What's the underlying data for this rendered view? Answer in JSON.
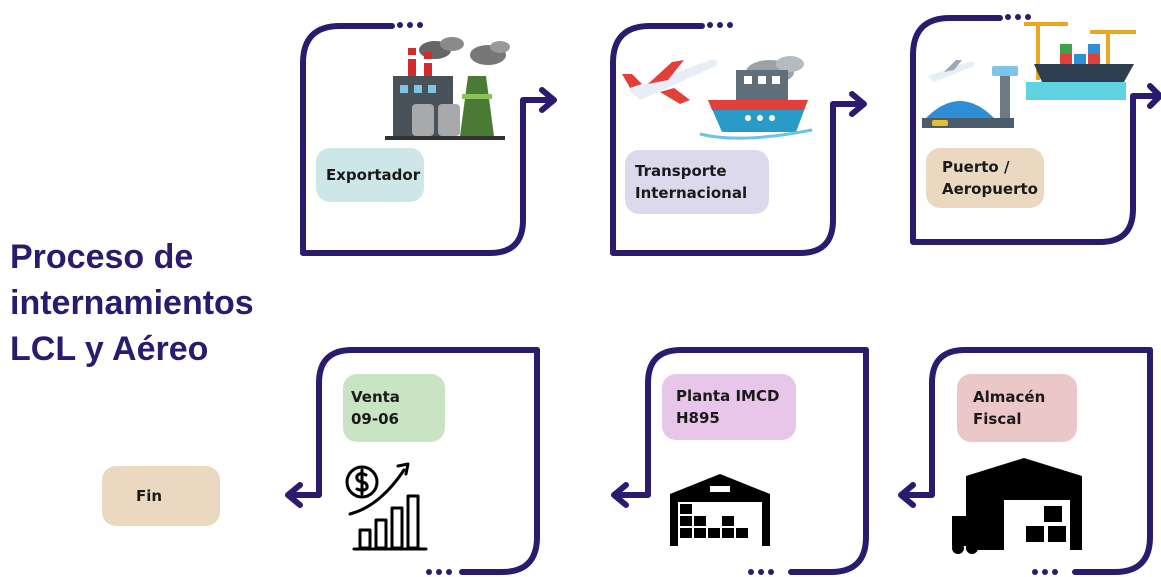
{
  "title": {
    "line1": "Proceso de",
    "line2": "internamientos",
    "line3": "LCL y Aéreo"
  },
  "steps": [
    {
      "lines": [
        "Exportador"
      ],
      "color": "#cde6e8",
      "icon": "factory-icon"
    },
    {
      "lines": [
        "Transporte",
        "Internacional"
      ],
      "color": "#dcd9ec",
      "icon": "plane-ship-icon"
    },
    {
      "lines": [
        "Puerto /",
        "Aeropuerto"
      ],
      "color": "#ead9c0",
      "icon": "port-airport-icon"
    },
    {
      "lines": [
        "Almacén",
        "Fiscal"
      ],
      "color": "#ecc7c8",
      "icon": "warehouse-forklift-icon"
    },
    {
      "lines": [
        "Planta IMCD",
        "H895"
      ],
      "color": "#e7c6ea",
      "icon": "warehouse-icon"
    },
    {
      "lines": [
        "Venta",
        "09-06"
      ],
      "color": "#c8e4c3",
      "icon": "sales-growth-icon"
    }
  ],
  "end": {
    "label": "Fin",
    "color": "#ead9c0"
  },
  "colors": {
    "frame": "#2b1a6e"
  }
}
